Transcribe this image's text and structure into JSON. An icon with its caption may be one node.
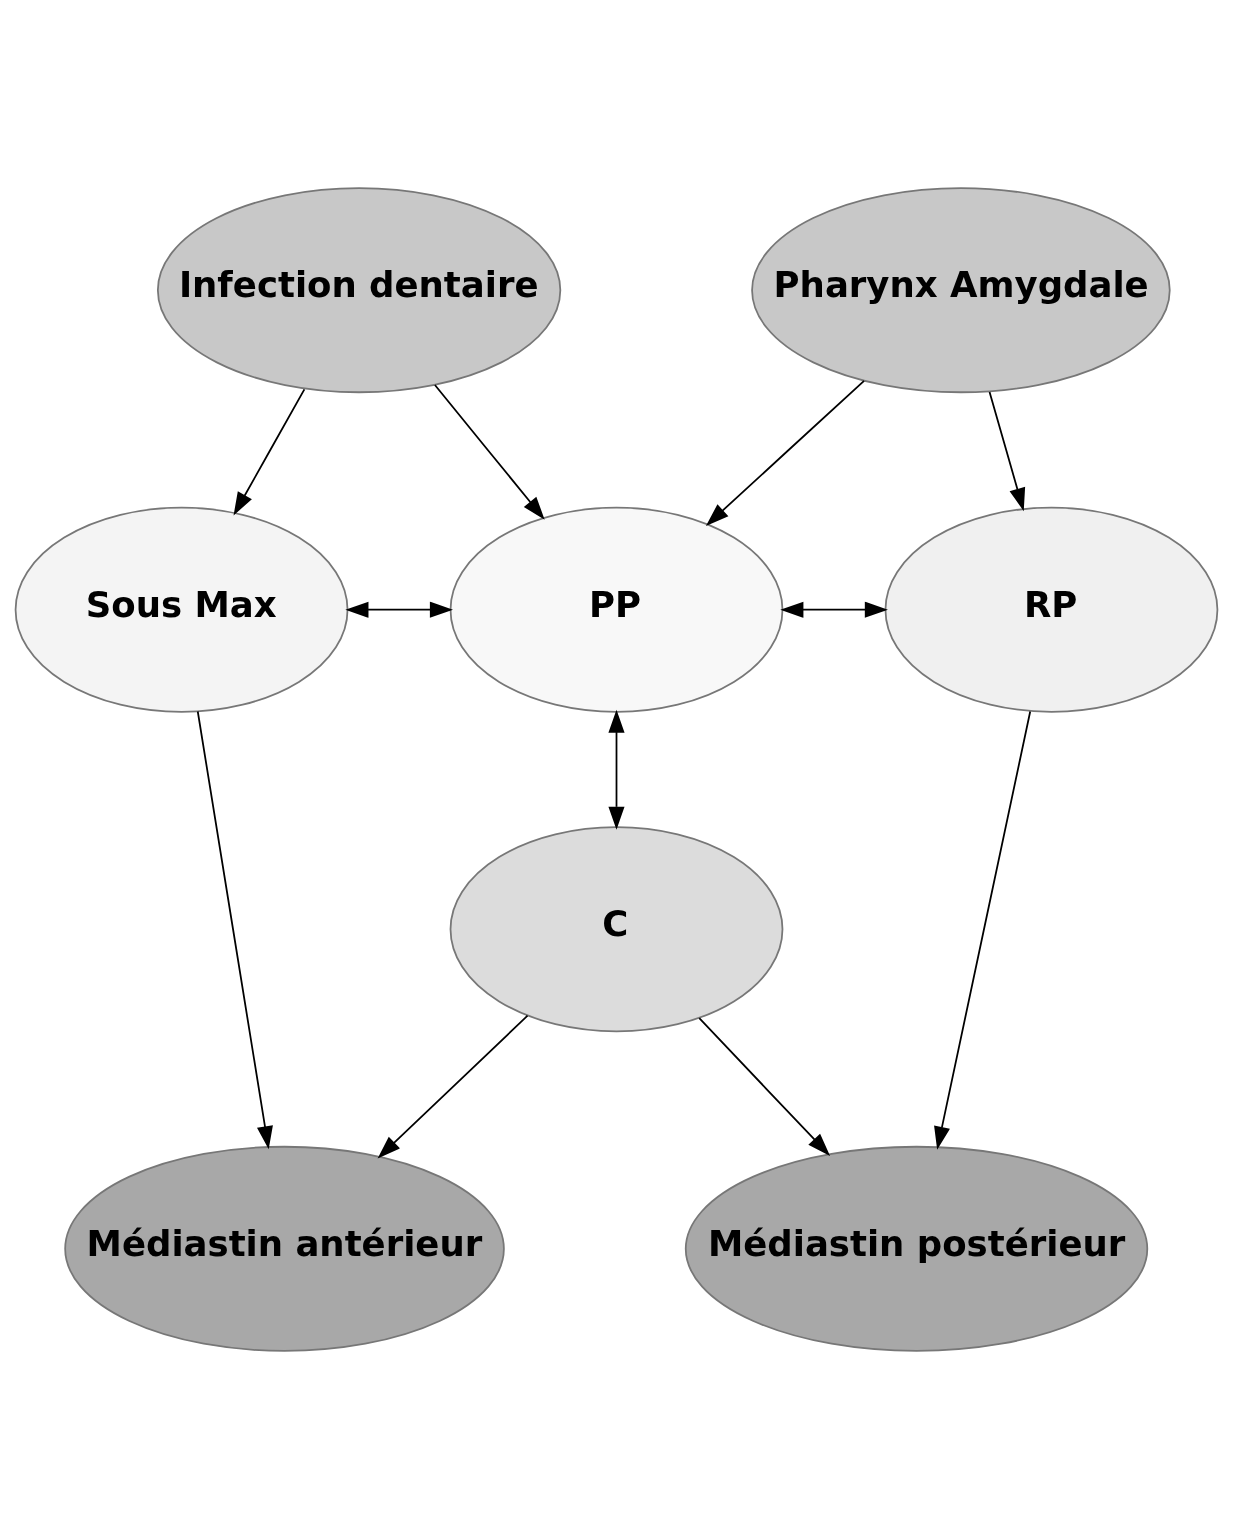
{
  "diagram": {
    "nodes": [
      {
        "text": [
          "Infection dentaire"
        ]
      },
      {
        "text": [
          "Pharynx Amygdale"
        ]
      },
      {
        "text": [
          "Sous Max"
        ]
      },
      {
        "text": [
          "PP"
        ]
      },
      {
        "text": [
          "RP"
        ]
      },
      {
        "text": [
          "C"
        ]
      },
      {
        "text": [
          "Médiastin postérieur"
        ]
      },
      {
        "text": [
          "Médiastin antérieur"
        ]
      }
    ],
    "edges": [
      {
        "from": 0,
        "to": 2,
        "arrow": "to"
      },
      {
        "from": 0,
        "to": 3,
        "arrow": "to"
      },
      {
        "from": 1,
        "to": 3,
        "arrow": "to"
      },
      {
        "from": 1,
        "to": 4,
        "arrow": "to"
      },
      {
        "from": 2,
        "to": 3,
        "arrow": "both"
      },
      {
        "from": 3,
        "to": 4,
        "arrow": "both"
      },
      {
        "from": 3,
        "to": 5,
        "arrow": "both"
      },
      {
        "from": 2,
        "to": 7,
        "arrow": "to"
      },
      {
        "from": 5,
        "to": 7,
        "arrow": "to"
      },
      {
        "from": 5,
        "to": 6,
        "arrow": "to"
      },
      {
        "from": 4,
        "to": 6,
        "arrow": "to"
      }
    ]
  }
}
